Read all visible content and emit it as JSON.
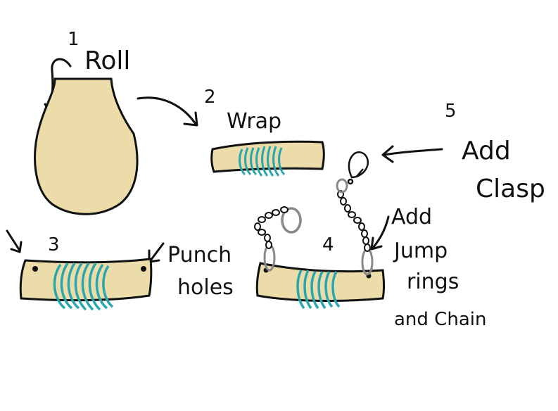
{
  "steps": {
    "step1": {
      "number": "1",
      "label": "Roll"
    },
    "step2": {
      "number": "2",
      "label": "Wrap"
    },
    "step3": {
      "number": "3",
      "label_line1": "Punch",
      "label_line2": "holes"
    },
    "step4": {
      "number": "4",
      "label_line1": "Add",
      "label_line2": "Jump",
      "label_line3": "rings",
      "label_line4": "and Chain"
    },
    "step5": {
      "number": "5",
      "label_line1": "Add",
      "label_line2": "Clasp"
    }
  },
  "colors": {
    "clay": "#ebdcaa",
    "wire": "#2aa7ad",
    "ring": "#888888",
    "ink": "#111111",
    "background": "#ffffff"
  }
}
